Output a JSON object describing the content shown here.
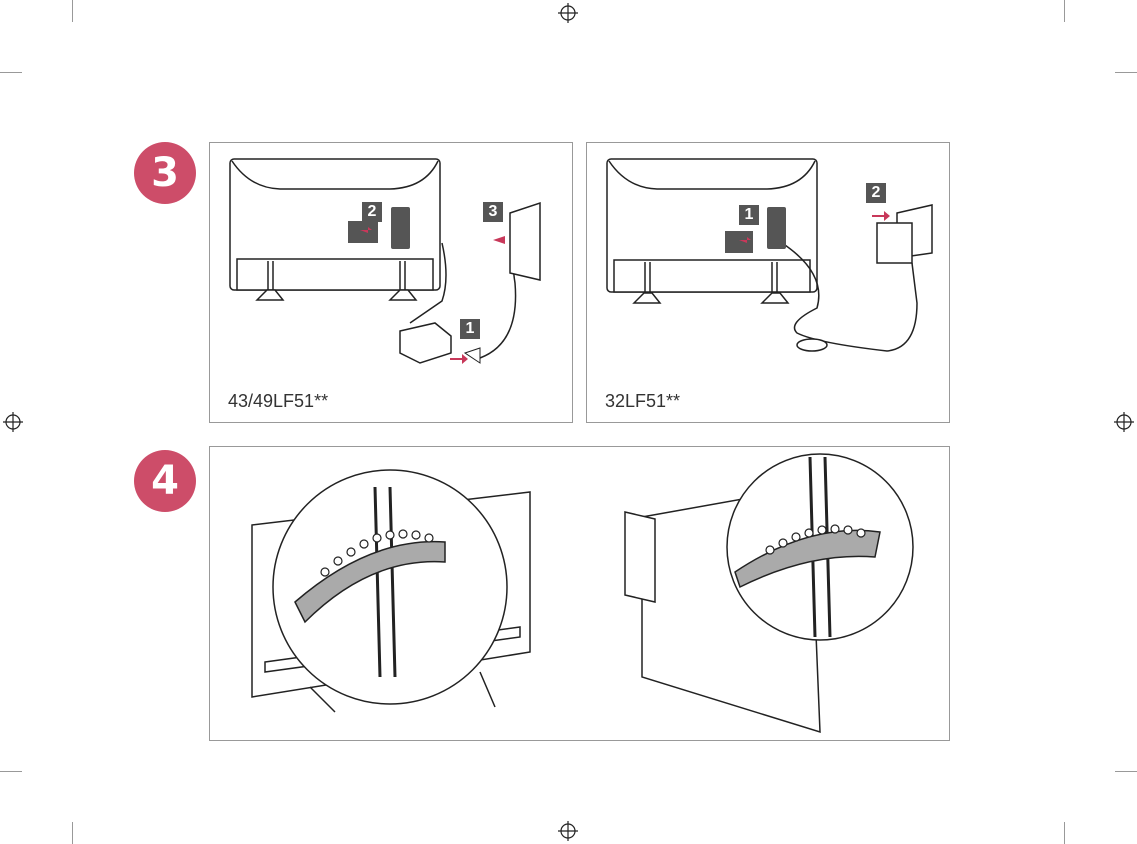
{
  "steps": [
    {
      "number": "3",
      "panels": [
        {
          "model": "43/49LF51**",
          "badges": [
            "2",
            "3",
            "1"
          ]
        },
        {
          "model": "32LF51**",
          "badges": [
            "1",
            "2"
          ]
        }
      ]
    },
    {
      "number": "4"
    }
  ],
  "colors": {
    "step_circle": "#cd4d69",
    "badge": "#555555",
    "arrow": "#c8385a"
  }
}
